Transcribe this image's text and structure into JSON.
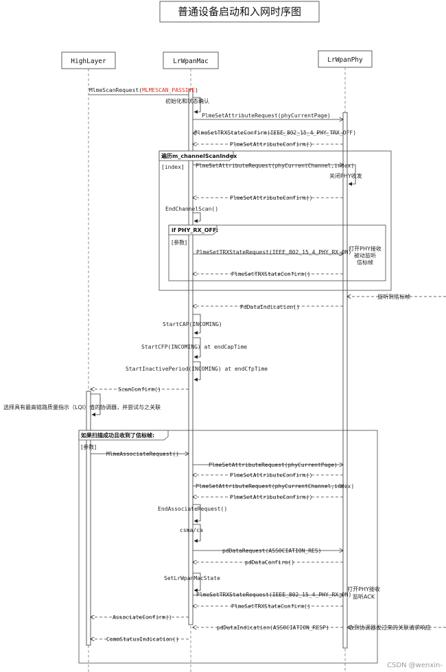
{
  "title": "普通设备启动和入网时序图",
  "participants": {
    "high": "HighLayer",
    "mac": "LrWpanMac",
    "phy": "LrWpanPhy"
  },
  "frames": {
    "loop_title": "遍历m_channelScanIndex",
    "loop_guard": "[index]",
    "if_title": "if PHY_RX_OFF:",
    "if_guard": "[参数]",
    "assoc_title": "如果扫描成功且收到了信标帧:",
    "assoc_guard": "[参数]"
  },
  "messages": {
    "m1_prefix": "MlmeScanRequest(",
    "m1_arg": "MLMESCAN_PASSIVE",
    "m1_suffix": ")",
    "n_init": "初始化和状态确认",
    "m2": "PlmeSetAttributeRequest(phyCurrentPage)",
    "m3": "PlmeSetTRXStateConfirm(IEEE_802_15_4_PHY_TRX_OFF)",
    "m4": "PlmeSetAttributeConfirm()",
    "m5": "PlmeSetAttributeRequest(phyCurrentChannel,index)",
    "n_close": "关闭PHY收发",
    "m6": "PlmeSetAttributeConfirm()",
    "m7": "EndChannelScan()",
    "m8": "PlmeSetTRXStateRequest(IEEE_802_15_4_PHY_RX_ON)",
    "n_open1": "打开PHY接收",
    "n_open2": "被动监听",
    "n_open3": "信标帧",
    "m9": "PlmeSetTRXStateConfirm()",
    "m10": "监听到信标帧",
    "m11": "PdDataIndication()",
    "m12": "StartCAP(INCOMING)",
    "m13": "StartCFP(INCOMING) at endCapTime",
    "m14": "StartInactivePeriod(INCOMING) at endCfpTime",
    "m15": "ScanConfirm()",
    "n_select": "选择具有最高链路质量指示（LQI）值的协调器，并尝试与之关联",
    "m16": "MlmeAssociateRequest()",
    "m17": "PlmeSetAttributeRequest(phyCurrentPage)",
    "m18": "PlmeSetAttributeConfirm()",
    "m19": "PlmeSetAttributeRequest(phyCurrentChannel,index)",
    "m20": "PlmeSetAttributeConfirm()",
    "m21": "EndAssociateRequest()",
    "m22": "csma/ca",
    "m23": "pdDataRequest(ASSOCIATION_RES)",
    "m24": "pdDataConfirm()",
    "m25": "SetLrWpanMacState",
    "m26": "PlmeSetTRXStateRequest(IEEE_802_15_4_PHY_RX_ON)",
    "n_ack1": "打开PHY接收",
    "n_ack2": "监听ACK",
    "m27": "PlmeSetTRXStateConfirm()",
    "m28": "AssociateConfirm()",
    "m29": "pdDataIndication(ASSOCIATION_RESP)",
    "n_recv": "收到协调器发过来的关联请求响应",
    "m30": "CommStatusIndication()"
  },
  "watermark": "CSDN @wenxin-"
}
